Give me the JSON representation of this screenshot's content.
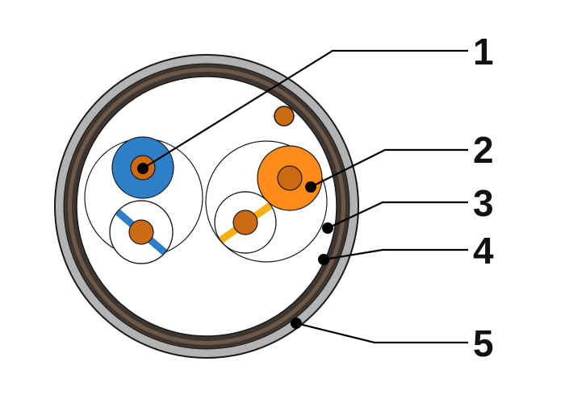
{
  "callouts": [
    {
      "id": "1",
      "label": "1"
    },
    {
      "id": "2",
      "label": "2"
    },
    {
      "id": "3",
      "label": "3"
    },
    {
      "id": "4",
      "label": "4"
    },
    {
      "id": "5",
      "label": "5"
    }
  ],
  "colors": {
    "outer_sheath": "#b3b3b3",
    "shield_dark": "#3e3530",
    "shield_brown": "#5a4838",
    "copper": "#cc6a12",
    "blue": "#2f7fc8",
    "orange": "#ff8c18",
    "yellow": "#f5b114",
    "line": "#000000"
  }
}
